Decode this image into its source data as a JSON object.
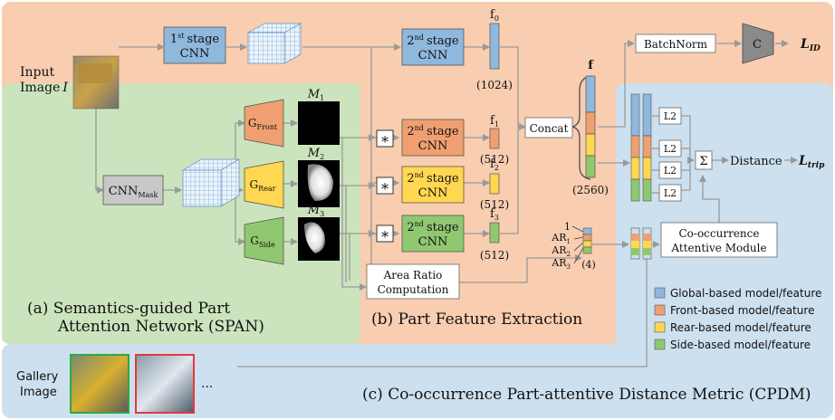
{
  "panels": {
    "span_caption_line1": "(a) Semantics-guided Part",
    "span_caption_line2": "Attention Network (SPAN)",
    "pfe_caption": "(b) Part Feature Extraction",
    "cpdm_caption": "(c) Co-occurrence Part-attentive Distance Metric (CPDM)"
  },
  "input": {
    "label_line1": "Input",
    "label_line2": "Image",
    "symbol": "I"
  },
  "gallery": {
    "label_line1": "Gallery",
    "label_line2": "Image",
    "ellipsis": "..."
  },
  "cnn": {
    "stage1_sup": "st",
    "stage1_num": "1",
    "stage_word": "stage",
    "cnn_word": "CNN",
    "stage2_num": "2",
    "stage2_sup": "nd",
    "mask_base": "CNN",
    "mask_sub": "Mask"
  },
  "generators": {
    "base": "G",
    "front_sub": "Front",
    "rear_sub": "Rear",
    "side_sub": "Side"
  },
  "masks": {
    "base": "M",
    "m1_sub": "1",
    "m2_sub": "2",
    "m3_sub": "3"
  },
  "operators": {
    "multiply": "∗",
    "sum": "Σ"
  },
  "features": {
    "base": "f",
    "f0_sub": "0",
    "f1_sub": "1",
    "f2_sub": "2",
    "f3_sub": "3",
    "f0_dim": "(1024)",
    "part_dim": "(512)",
    "concat_dim": "(2560)",
    "ar_dim": "(4)"
  },
  "modules": {
    "concat": "Concat",
    "batchnorm": "BatchNorm",
    "classifier": "C",
    "loss_base": "L",
    "loss_id_sub": "ID",
    "loss_trip_sub": "trip",
    "area_ratio_line1": "Area Ratio",
    "area_ratio_line2": "Computation",
    "l2": "L2",
    "distance": "Distance",
    "coatt_line1": "Co-occurrence",
    "coatt_line2": "Attentive Module"
  },
  "area_ratio_labels": {
    "one": "1",
    "ar_base": "AR",
    "ar1_sub": "1",
    "ar2_sub": "2",
    "ar3_sub": "3"
  },
  "legend": {
    "items": [
      {
        "label": "Global-based model/feature",
        "color": "#8fb8dd"
      },
      {
        "label": "Front-based model/feature",
        "color": "#f0a070"
      },
      {
        "label": "Rear-based model/feature",
        "color": "#ffd750"
      },
      {
        "label": "Side-based model/feature",
        "color": "#90c870"
      }
    ]
  },
  "colors": {
    "pfe_bg": "#f8cdb0",
    "span_bg": "#cce4bd",
    "cpdm_bg": "#cde0ef",
    "global": "#8fb8dd",
    "front": "#f0a070",
    "rear": "#ffd750",
    "side": "#90c870",
    "gray": "#c8c8c8",
    "gallery_border_pos": "#2faa3c",
    "gallery_border_neg": "#e23a3a"
  }
}
